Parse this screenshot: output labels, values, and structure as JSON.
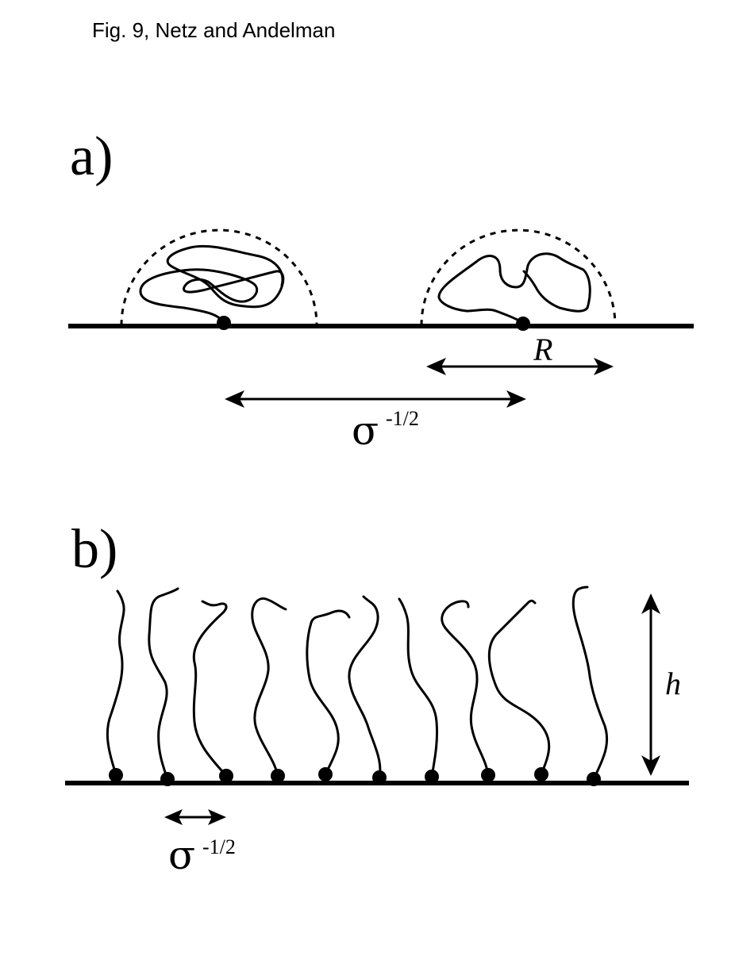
{
  "caption": "Fig. 9, Netz and Andelman",
  "panel_a": {
    "label": "a)",
    "r_symbol": "R",
    "spacing_symbol": "σ",
    "spacing_exponent": "-1/2"
  },
  "panel_b": {
    "label": "b)",
    "h_symbol": "h",
    "spacing_symbol": "σ",
    "spacing_exponent": "-1/2"
  }
}
